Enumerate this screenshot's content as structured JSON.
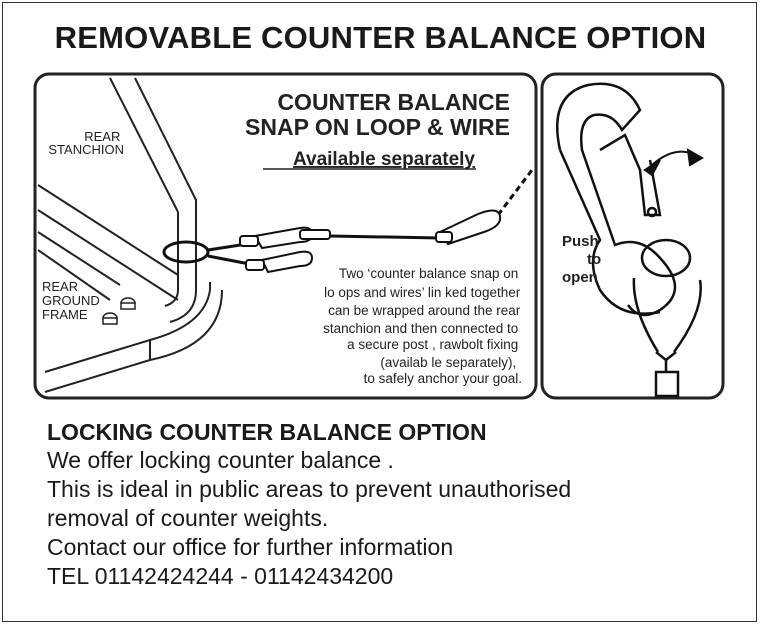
{
  "title": "REMOVABLE COUNTER BALANCE OPTION",
  "diagram": {
    "heading_line1": "COUNTER BALANCE",
    "heading_line2": "SNAP ON LOOP & WIRE",
    "available": "Available separately",
    "labels": {
      "rear_stanchion_1": "REAR",
      "rear_stanchion_2": "STANCHION",
      "rear_ground_1": "REAR",
      "rear_ground_2": "GROUND",
      "rear_ground_3": "FRAME"
    },
    "description_lines": [
      "Two ‘counter balance snap on",
      "lo ops and wires’ lin ked together",
      "can be wrapped around the rear",
      "stanchion and then connected to",
      "a secure post , rawbolt fixing",
      "(availab le separately),",
      "to safely anchor your goal."
    ],
    "push_to_open": [
      "Push",
      "to",
      "open"
    ]
  },
  "locking": {
    "heading": "LOCKING COUNTER BALANCE OPTION",
    "lines": [
      "We offer locking counter balance .",
      "This is ideal in public areas to prevent unauthorised",
      "removal of counter weights.",
      "Contact our office for further information",
      "TEL 01142424244 - 01142434200"
    ]
  }
}
